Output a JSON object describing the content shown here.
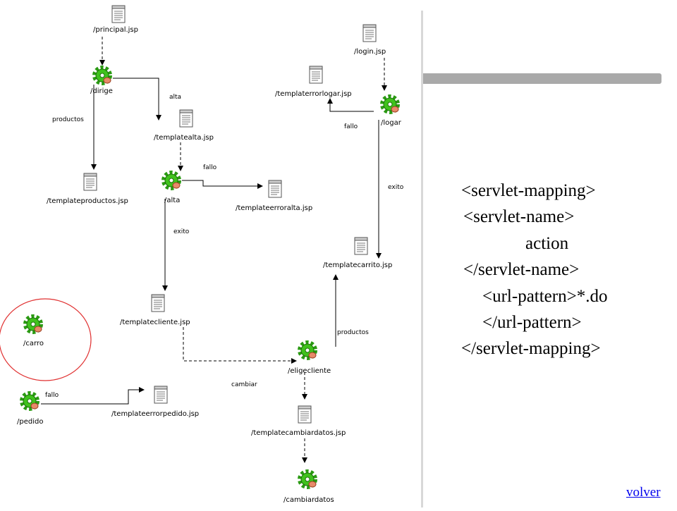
{
  "diagram": {
    "jsp_pages": [
      "/principal.jsp",
      "/login.jsp",
      "/templaterrorlogar.jsp",
      "/templatealta.jsp",
      "/templateproductos.jsp",
      "/templateerroralta.jsp",
      "/templatecarrito.jsp",
      "/templatecliente.jsp",
      "/templateerrorpedido.jsp",
      "/templatecambiardatos.jsp"
    ],
    "actions": [
      "/dirige",
      "/logar",
      "/alta",
      "/carro",
      "/eligecliente",
      "/pedido",
      "/cambiardatos"
    ],
    "edge_labels": [
      "alta",
      "productos",
      "fallo",
      "fallo",
      "exito",
      "exito",
      "productos",
      "cambiar",
      "fallo"
    ],
    "highlight": "/carro",
    "highlight_color": "#e03030",
    "action_icon": "green-gear-icon",
    "page_icon": "jsp-document-icon"
  },
  "code": [
    "<servlet-mapping>",
    "<servlet-name>",
    "action",
    "</servlet-name>",
    "<url-pattern>*.do",
    "</url-pattern>",
    "</servlet-mapping>"
  ],
  "nav": {
    "volver": "volver"
  }
}
